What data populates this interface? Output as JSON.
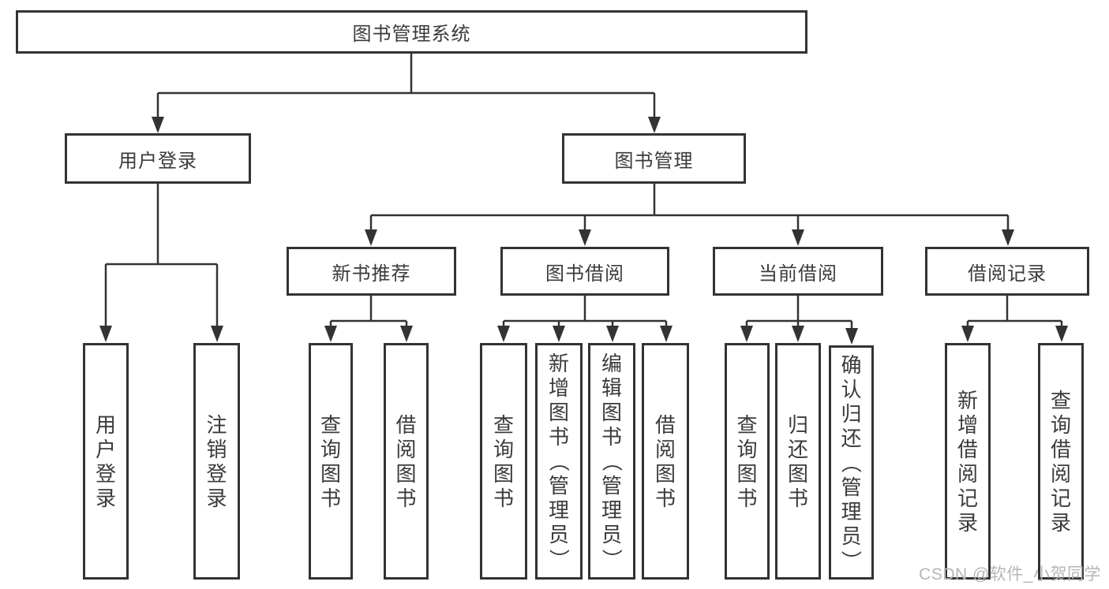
{
  "tree": {
    "root": "图书管理系统",
    "branches": [
      {
        "label": "用户登录",
        "children": [
          {
            "label": "用户登录"
          },
          {
            "label": "注销登录"
          }
        ]
      },
      {
        "label": "图书管理",
        "children": [
          {
            "label": "新书推荐",
            "children": [
              {
                "label": "查询图书"
              },
              {
                "label": "借阅图书"
              }
            ]
          },
          {
            "label": "图书借阅",
            "children": [
              {
                "label": "查询图书"
              },
              {
                "label": "新增图书（管理员）"
              },
              {
                "label": "编辑图书（管理员）"
              },
              {
                "label": "借阅图书"
              }
            ]
          },
          {
            "label": "当前借阅",
            "children": [
              {
                "label": "查询图书"
              },
              {
                "label": "归还图书"
              },
              {
                "label": "确认归还（管理员）"
              }
            ]
          },
          {
            "label": "借阅记录",
            "children": [
              {
                "label": "新增借阅记录"
              },
              {
                "label": "查询借阅记录"
              }
            ]
          }
        ]
      }
    ]
  },
  "watermark": "CSDN @软件_小贺同学",
  "colors": {
    "line": "#333333",
    "box_border": "#333333",
    "text": "#3b3b3b",
    "watermark": "#b6b6b6",
    "background": "#ffffff"
  }
}
